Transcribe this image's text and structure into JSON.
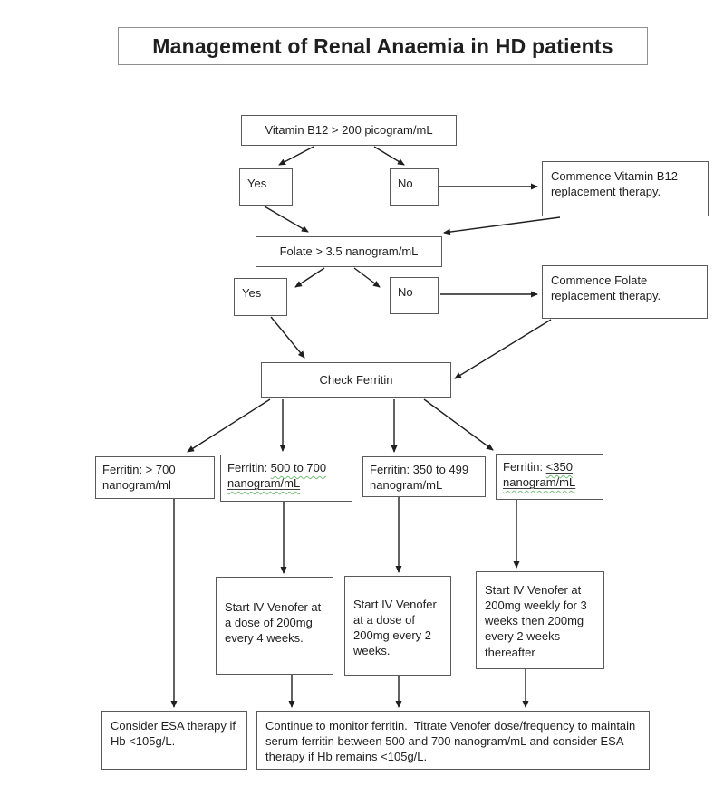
{
  "title": "Management of Renal Anaemia in HD patients",
  "nodes": {
    "b12_check": "Vitamin B12 > 200 picogram/mL",
    "b12_yes": "Yes",
    "b12_no": "No",
    "b12_commence": "Commence Vitamin B12 replacement therapy.",
    "folate_check": "Folate > 3.5 nanogram/mL",
    "folate_yes": "Yes",
    "folate_no": "No",
    "folate_commence": "Commence Folate replacement therapy.",
    "check_ferritin": "Check Ferritin",
    "ferritin_over_700": "Ferritin: > 700 nanogram/ml",
    "ferritin_500_700_prefix": "Ferritin: ",
    "ferritin_500_700_range": "500 to 700 nanogram/mL",
    "ferritin_350_499": "Ferritin: 350 to 499 nanogram/mL",
    "ferritin_under_350_prefix": "Ferritin: ",
    "ferritin_under_350_range": "<350 nanogram/mL",
    "venofer_4wk": "Start IV Venofer at a dose of 200mg every 4 weeks.",
    "venofer_2wk": "Start IV Venofer at a dose of 200mg every 2 weeks.",
    "venofer_weekly": "Start IV Venofer at 200mg weekly for 3 weeks then 200mg every 2 weeks thereafter",
    "esa": "Consider ESA therapy if Hb <105g/L.",
    "monitor": "Continue to monitor ferritin.  Titrate Venofer dose/frequency to maintain serum ferritin between 500 and 700 nanogram/mL and consider ESA therapy if Hb remains <105g/L."
  },
  "colors": {
    "box_border": "#5a5a5a",
    "arrow": "#1f1f1f",
    "text": "#1f1f1f",
    "underline": "#3d3d3d",
    "spellcheck_squiggle": "#79c07a",
    "background": "#ffffff"
  }
}
